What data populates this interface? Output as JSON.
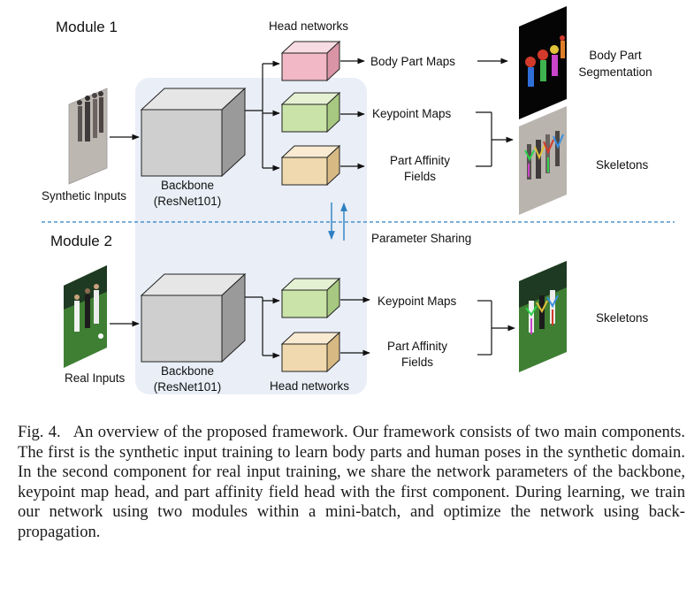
{
  "figure": {
    "module1_label": "Module 1",
    "module2_label": "Module 2",
    "head_networks_top": "Head networks",
    "head_networks_bottom": "Head networks",
    "synthetic_inputs": "Synthetic Inputs",
    "real_inputs": "Real Inputs",
    "backbone_top": [
      "Backbone",
      "(ResNet101)"
    ],
    "backbone_bottom": [
      "Backbone",
      "(ResNet101)"
    ],
    "body_part_maps": "Body Part Maps",
    "keypoint_maps_top": "Keypoint Maps",
    "paf_top": [
      "Part Affinity",
      "Fields"
    ],
    "keypoint_maps_bottom": "Keypoint Maps",
    "paf_bottom": [
      "Part Affinity",
      "Fields"
    ],
    "body_part_segmentation": [
      "Body Part",
      "Segmentation"
    ],
    "skeletons_top": "Skeletons",
    "skeletons_bottom": "Skeletons",
    "parameter_sharing": "Parameter Sharing",
    "colors": {
      "shared_region": "#e9eef7",
      "backbone": "#cfcfcf",
      "head_pink": "#f2b8c6",
      "head_green": "#c9e3a8",
      "head_tan": "#f0d9ae",
      "separator": "#2d7fc1",
      "sharing_arrows": "#2d7fc1"
    }
  },
  "caption": {
    "figure_number": "Fig. 4.",
    "text": "An overview of the proposed framework. Our framework consists of two main components. The first is the synthetic input training to learn body parts and human poses in the synthetic domain. In the second component for real input training, we share the network parameters of the backbone, keypoint map head, and part affinity field head with the first component. During learning, we train our network using two modules within a mini-batch, and optimize the network using back-propagation."
  }
}
